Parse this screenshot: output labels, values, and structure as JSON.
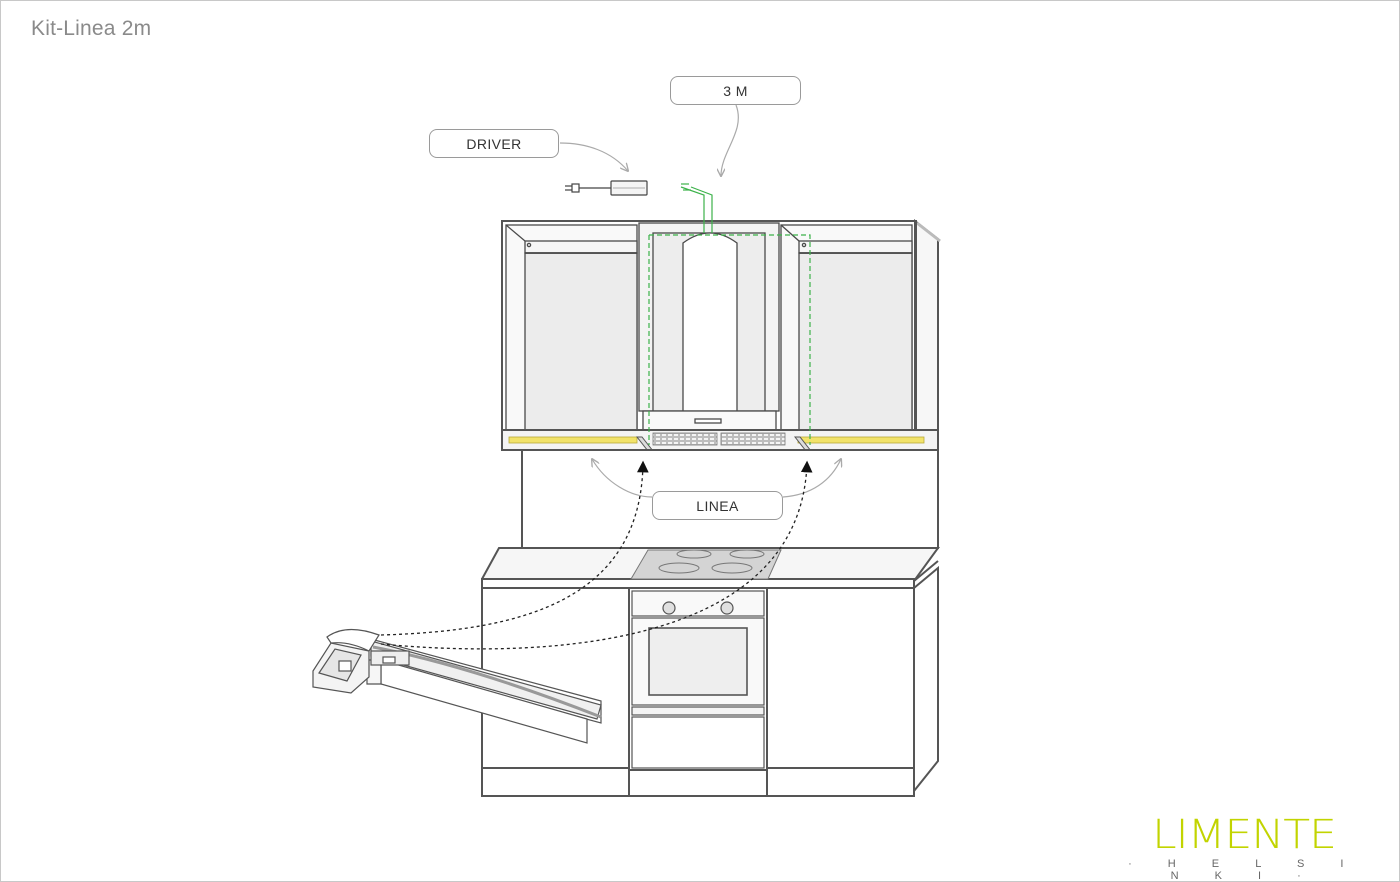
{
  "page": {
    "title": "Kit-Linea 2m"
  },
  "callouts": {
    "cable_length": "3 M",
    "driver": "DRIVER",
    "linea": "LINEA"
  },
  "brand": {
    "name": "LIMENTE",
    "city": "· H E L S I N K I ·"
  },
  "colors": {
    "accent": "#c2d400",
    "led_strip": "#f2e36a",
    "cable": "#3cb24a",
    "outline": "#4a4a4a",
    "panel_fill": "#ececec"
  }
}
